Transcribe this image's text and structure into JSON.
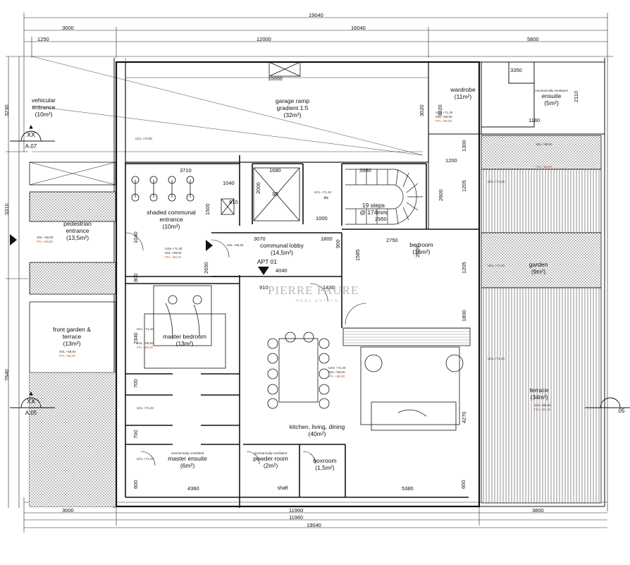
{
  "colors": {
    "line": "#111111",
    "hatch": "#555555",
    "faint": "#888888",
    "watermark": "#9aa3ad",
    "level_orange": "#c0571e"
  },
  "dimensions": {
    "top_total": "19040",
    "top_3000": "3000",
    "top_16040": "16040",
    "top_1250": "1250",
    "top_12000": "12000",
    "top_5800": "5800",
    "ramp_10000": "10000",
    "stair_3950": "3950",
    "shaded_3710": "3710",
    "d_1040": "1040",
    "d_1680": "1680",
    "d_1200": "1200",
    "lobby_3070": "3070",
    "d_1800": "1800",
    "d_2750": "2750",
    "d_1000": "1000",
    "d_2950": "2950",
    "d_4040": "4040",
    "d_1430": "1430",
    "d_910": "910",
    "d_810": "810",
    "d_2000": "2000",
    "bot_4360": "4360",
    "bot_5380": "5380",
    "bot_3000": "3000",
    "bot_11960a": "11960",
    "bot_3800": "3800",
    "bot_11960b": "11960",
    "bot_19040": "19040",
    "d_3350": "3350",
    "d_1180": "1180",
    "left_3230": "3230",
    "left_3310": "3310",
    "left_7640": "7640",
    "v_3020": "3020",
    "v_1500": "1500",
    "v_1585": "1585",
    "v_2600": "2600",
    "v_2110": "2110",
    "v_1300": "1300",
    "v_1205a": "1205",
    "v_1205b": "1205",
    "v_1800": "1800",
    "v_4270": "4270",
    "v_2340": "2340",
    "v_700a": "700",
    "v_700b": "700",
    "v_600a": "600",
    "v_600b": "600",
    "v_2650": "2650",
    "v_800": "800",
    "v_1040": "1040",
    "v_2000": "2000",
    "v_900": "900"
  },
  "rooms": {
    "vehicular": [
      "vehicular",
      "entrance",
      "(10m²)"
    ],
    "ramp": [
      "garage ramp",
      "gradient 1:5",
      "(32m²)"
    ],
    "wardrobe": [
      "wardrobe",
      "(11m²)"
    ],
    "ensuite_top": [
      "mechanically ventilated",
      "ensuite",
      "(5m²)"
    ],
    "shaded": [
      "shaded communal",
      "entrance",
      "(10m²)"
    ],
    "lift": "lift",
    "steps": [
      "19 steps",
      "@ 174mm"
    ],
    "pedestrian": [
      "pedestrian",
      "entrance",
      "(13,5m²)"
    ],
    "lobby": [
      "communal lobby",
      "(14,5m²)"
    ],
    "bedroom": [
      "bedroom",
      "(16m²)"
    ],
    "apt": "APT 01",
    "garden_right": [
      "garden",
      "(9m²)"
    ],
    "front_garden": [
      "front garden &",
      "terrace",
      "(13m²)"
    ],
    "master_bedroom": [
      "master bedroom",
      "(13m²)"
    ],
    "terrace": [
      "terrace",
      "(34m²)"
    ],
    "kitchen": [
      "kitchen, living, dining",
      "(40m²)"
    ],
    "master_ensuite": [
      "mechanically ventilated",
      "master ensuite",
      "(6m²)"
    ],
    "powder": [
      "mechanically ventilated",
      "powder room",
      "(2m²)"
    ],
    "boxroom": [
      "boxroom",
      "(1,5m²)"
    ],
    "shaft": "shaft",
    "tbc": "tbc"
  },
  "section_markers": {
    "top_left": [
      "XX",
      "A.07"
    ],
    "bottom_left": [
      "XX",
      "A.05"
    ],
    "right": "05"
  },
  "levels": {
    "ucl_70_90": "UCL +70,90",
    "ucl_71_40": "UCL +71,40",
    "ucl_71_25": "UCL +71,25",
    "ucl_71_10": "UCL +71,10",
    "uss_71_40": "USS +71,40",
    "ssl_68_50": "SSL +68,50",
    "ffl_68_40": "FFL +68,40",
    "ffl_68_20": "FFL +68,20",
    "ffl_68_50": "FFL +68,50"
  },
  "watermark": {
    "name": "PIERRE FAURE",
    "sub": "REAL ESTATE"
  }
}
